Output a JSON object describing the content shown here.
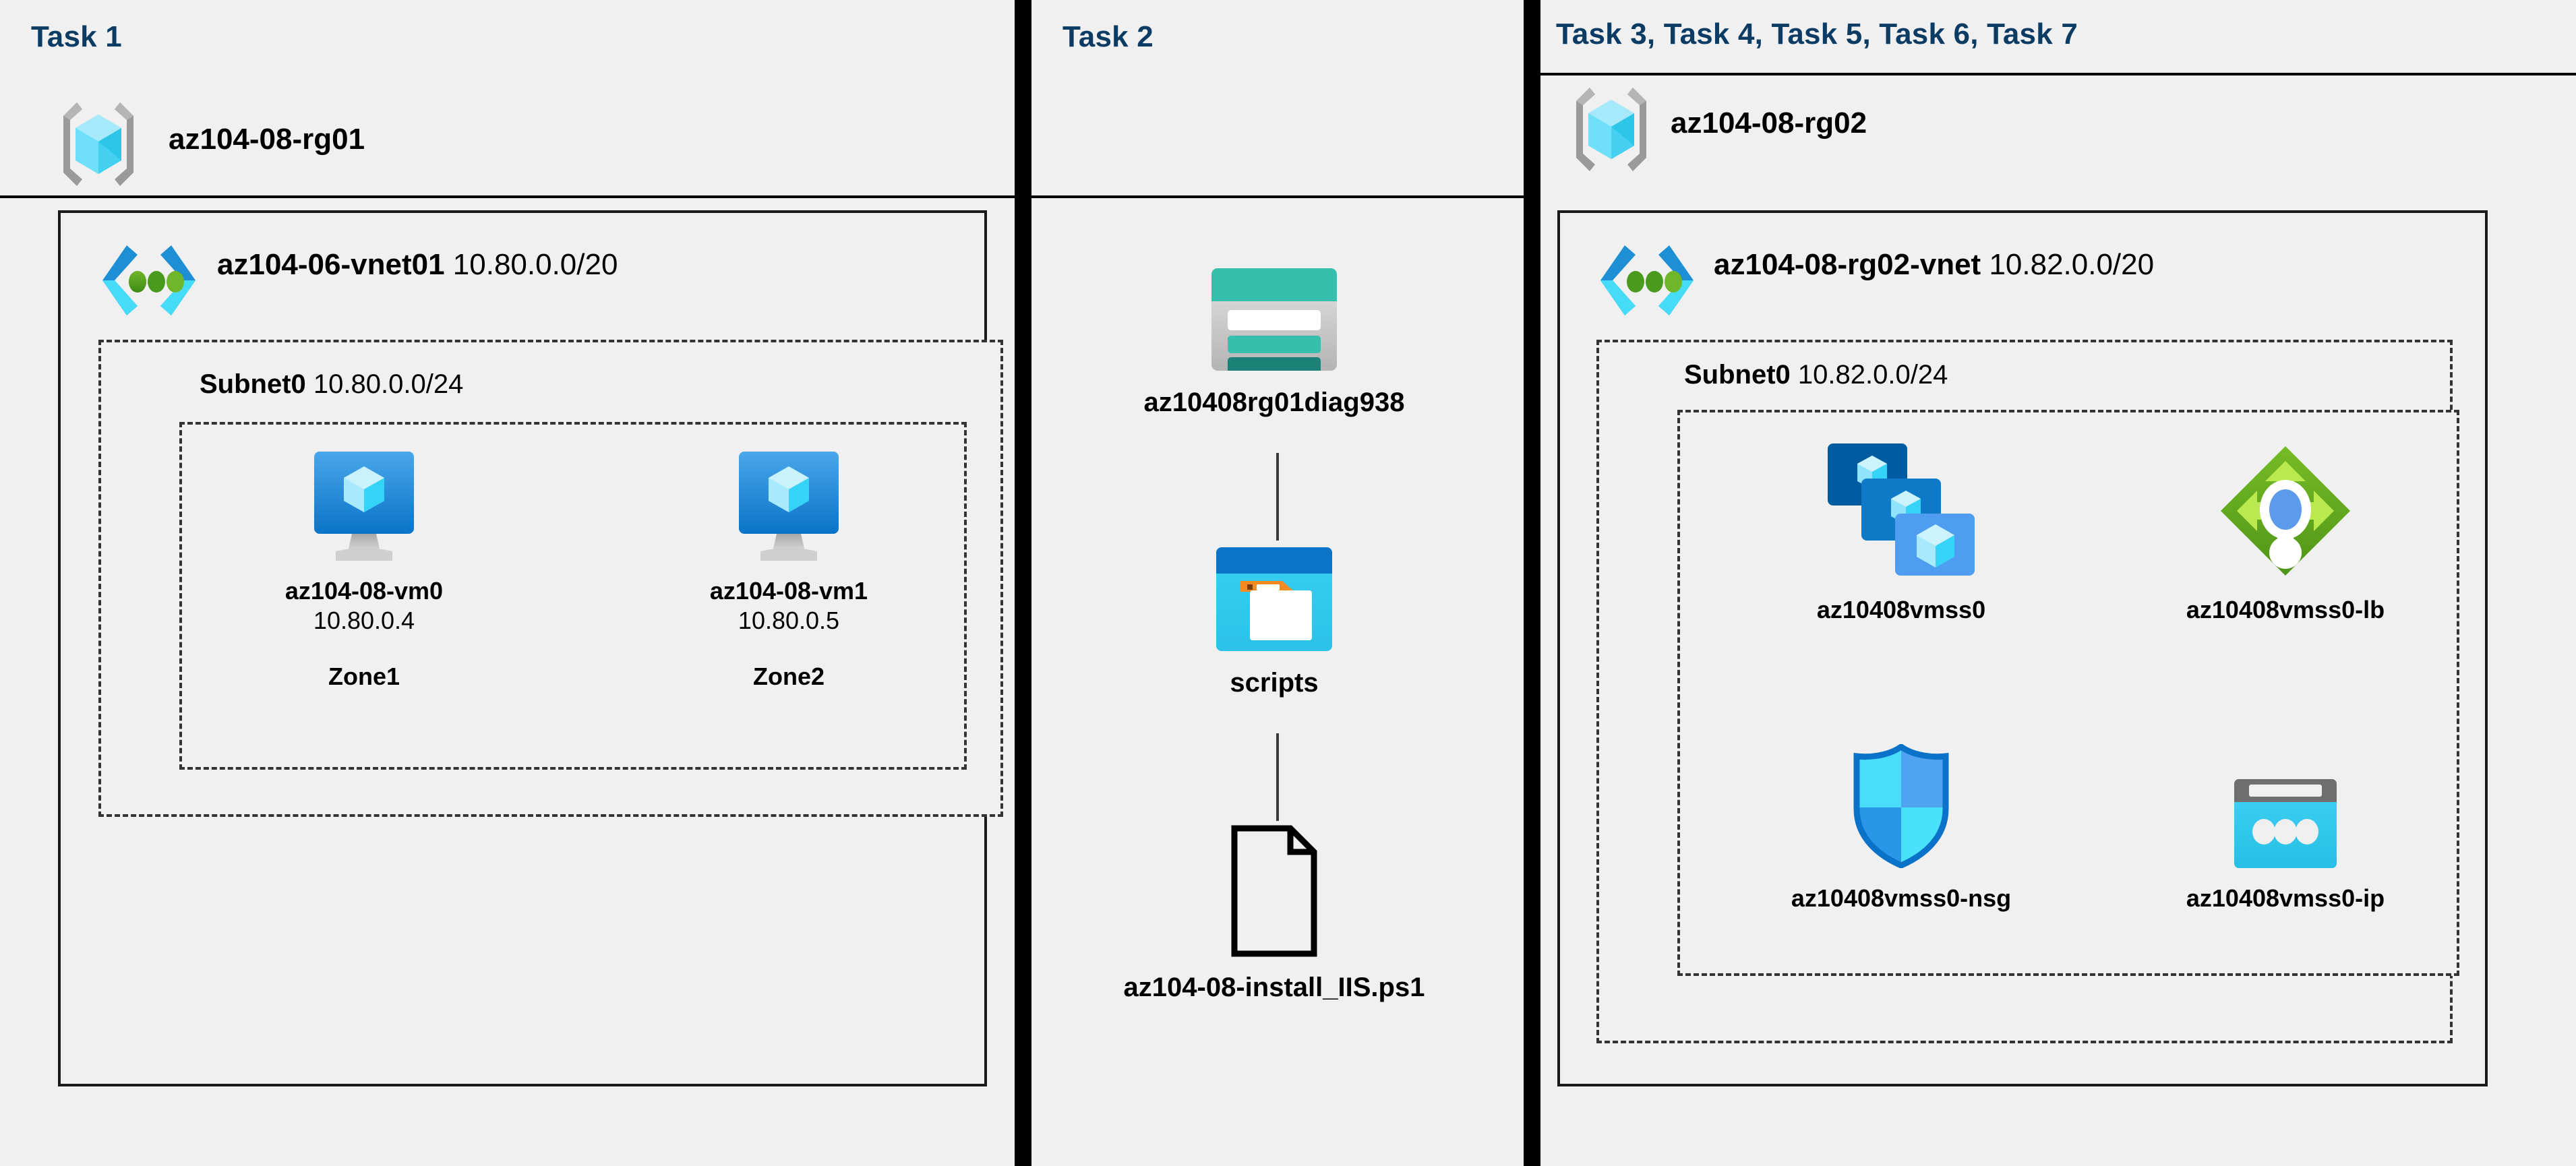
{
  "panels": [
    {
      "id": "task1",
      "header": "Task 1"
    },
    {
      "id": "task2",
      "header": "Task 2"
    },
    {
      "id": "task37",
      "header": "Task 3, Task 4, Task 5, Task 6, Task 7"
    }
  ],
  "colors": {
    "header_blue": "#0c3c64",
    "panel_bg": "#f0f0f0",
    "divider": "#000000",
    "box_border": "#1a1a1a",
    "dashed_border": "#333333",
    "azure_blue": "#0078d4",
    "cyan": "#32c8f0",
    "teal": "#3bc0ae",
    "green": "#6aa81e",
    "orange": "#f28b1e"
  },
  "task1": {
    "resource_group": {
      "name": "az104-08-rg01",
      "icon": "resource-group-icon"
    },
    "vnet": {
      "name": "az104-06-vnet01",
      "cidr": "10.80.0.0/20",
      "icon": "virtual-network-icon"
    },
    "subnet": {
      "name": "Subnet0",
      "cidr": "10.80.0.0/24"
    },
    "vms": [
      {
        "name": "az104-08-vm0",
        "ip": "10.80.0.4",
        "zone": "Zone1",
        "icon": "virtual-machine-icon"
      },
      {
        "name": "az104-08-vm1",
        "ip": "10.80.0.5",
        "zone": "Zone2",
        "icon": "virtual-machine-icon"
      }
    ]
  },
  "task2": {
    "nodes": [
      {
        "name": "az10408rg01diag938",
        "icon": "storage-account-icon"
      },
      {
        "name": "scripts",
        "icon": "blob-container-icon"
      },
      {
        "name": "az104-08-install_IIS.ps1",
        "icon": "script-file-icon"
      }
    ]
  },
  "task37": {
    "resource_group": {
      "name": "az104-08-rg02",
      "icon": "resource-group-icon"
    },
    "vnet": {
      "name": "az104-08-rg02-vnet",
      "cidr": "10.82.0.0/20",
      "icon": "virtual-network-icon"
    },
    "subnet": {
      "name": "Subnet0",
      "cidr": "10.82.0.0/24"
    },
    "resources": [
      {
        "name": "az10408vmss0",
        "icon": "vm-scale-set-icon"
      },
      {
        "name": "az10408vmss0-lb",
        "icon": "load-balancer-icon"
      },
      {
        "name": "az10408vmss0-nsg",
        "icon": "network-security-group-icon"
      },
      {
        "name": "az10408vmss0-ip",
        "icon": "public-ip-address-icon"
      }
    ]
  }
}
